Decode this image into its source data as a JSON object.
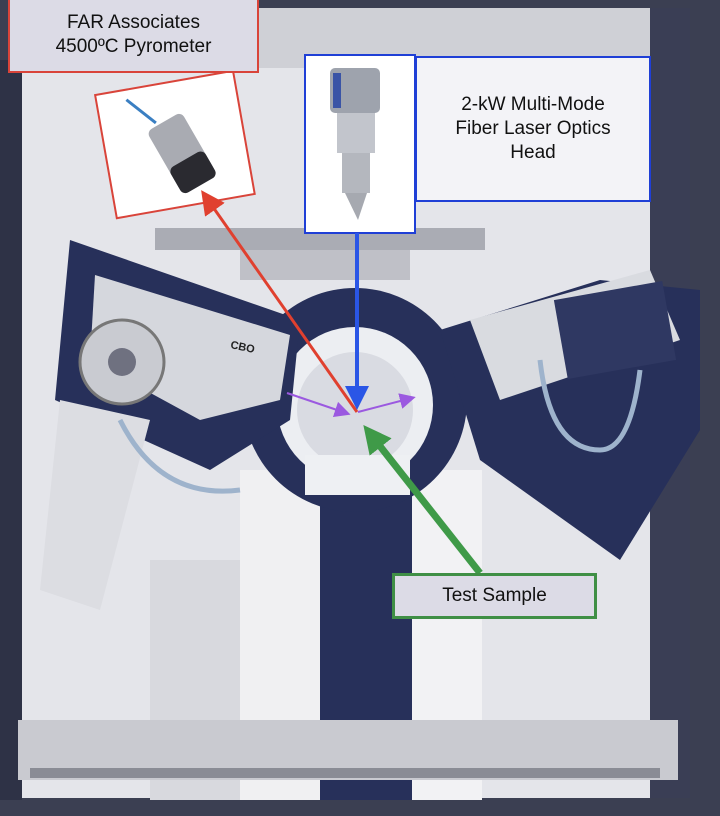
{
  "labels": {
    "pyrometer": [
      "FAR Associates",
      "4500ºC Pyrometer"
    ],
    "laser": [
      "2-kW Multi-Mode",
      "Fiber Laser Optics",
      "Head"
    ],
    "sample": "Test Sample"
  },
  "instrument_marking": "CBO",
  "colors": {
    "pyrometer_arrow": "#e0402f",
    "laser_arrow": "#2a56e6",
    "sample_arrow": "#3f9a48",
    "xray_arrows": "#9b59e0",
    "machine_navy": "#27305a"
  }
}
